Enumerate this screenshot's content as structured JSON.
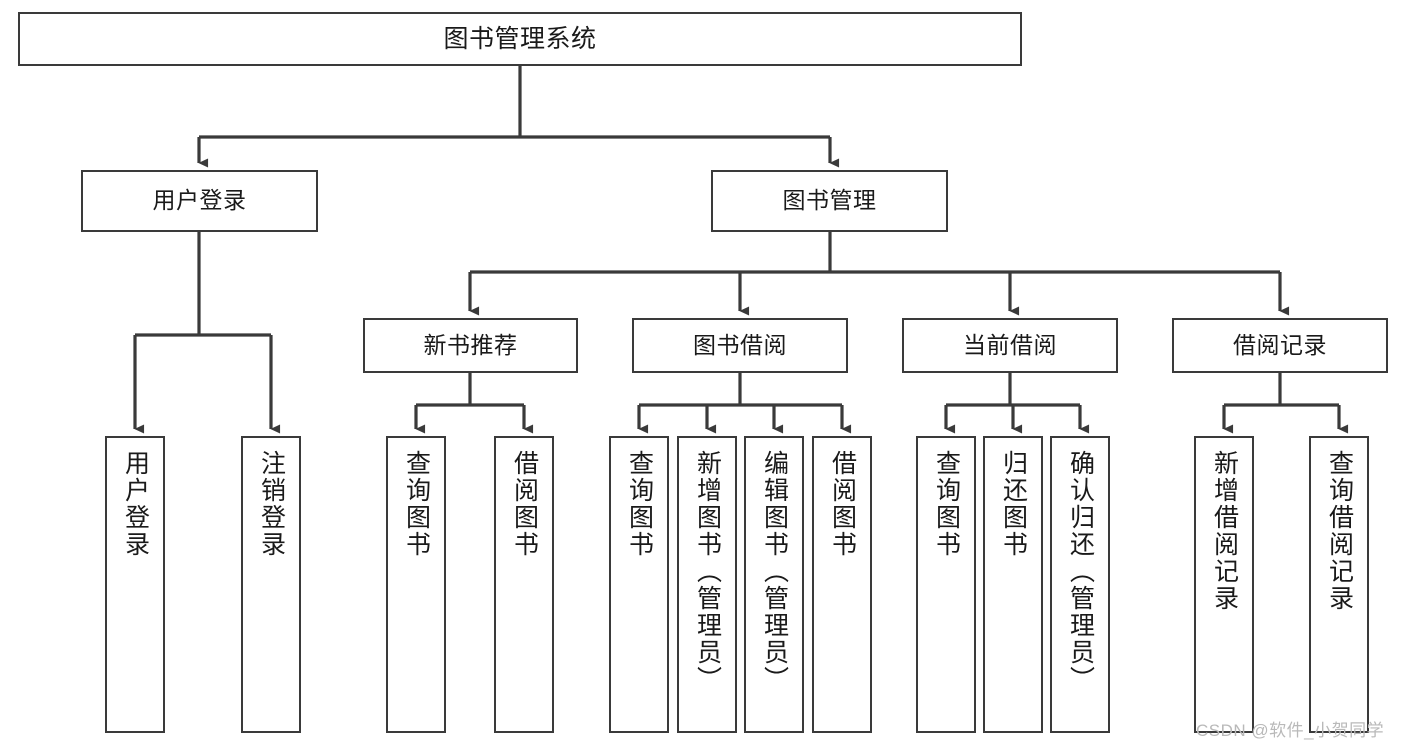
{
  "diagram": {
    "title": "图书管理系统",
    "type": "hierarchy-tree",
    "orientation": "top-down",
    "colors": {
      "box_border": "#3a3a3a",
      "box_fill": "#ffffff",
      "edge": "#3a3a3a",
      "text": "#1a1a1a",
      "watermark": "#b9b9b9",
      "background": "#ffffff"
    }
  },
  "nodes": {
    "root": {
      "label": "图书管理系统",
      "level": 1
    },
    "level2": [
      {
        "id": "user-login",
        "label": "用户登录"
      },
      {
        "id": "book-management",
        "label": "图书管理"
      }
    ],
    "level3": [
      {
        "id": "new-book-recommend",
        "label": "新书推荐"
      },
      {
        "id": "book-borrow",
        "label": "图书借阅"
      },
      {
        "id": "current-borrow",
        "label": "当前借阅"
      },
      {
        "id": "borrow-record",
        "label": "借阅记录"
      }
    ],
    "leaves": [
      {
        "id": "leaf-user-login",
        "label": "用户登录",
        "parent": "user-login"
      },
      {
        "id": "leaf-logout-login",
        "label": "注销登录",
        "parent": "user-login"
      },
      {
        "id": "leaf-query-book-1",
        "label": "查询图书",
        "parent": "new-book-recommend"
      },
      {
        "id": "leaf-borrow-book-1",
        "label": "借阅图书",
        "parent": "new-book-recommend"
      },
      {
        "id": "leaf-query-book-2",
        "label": "查询图书",
        "parent": "book-borrow"
      },
      {
        "id": "leaf-add-book",
        "label": "新增图书（管理员）",
        "parent": "book-borrow"
      },
      {
        "id": "leaf-edit-book",
        "label": "编辑图书（管理员）",
        "parent": "book-borrow"
      },
      {
        "id": "leaf-borrow-book-2",
        "label": "借阅图书",
        "parent": "book-borrow"
      },
      {
        "id": "leaf-query-book-3",
        "label": "查询图书",
        "parent": "current-borrow"
      },
      {
        "id": "leaf-return-book",
        "label": "归还图书",
        "parent": "current-borrow"
      },
      {
        "id": "leaf-confirm-return",
        "label": "确认归还（管理员）",
        "parent": "current-borrow"
      },
      {
        "id": "leaf-add-record",
        "label": "新增借阅记录",
        "parent": "borrow-record"
      },
      {
        "id": "leaf-query-record",
        "label": "查询借阅记录",
        "parent": "borrow-record"
      }
    ]
  },
  "watermark": {
    "text": "CSDN @软件_小贺同学"
  }
}
